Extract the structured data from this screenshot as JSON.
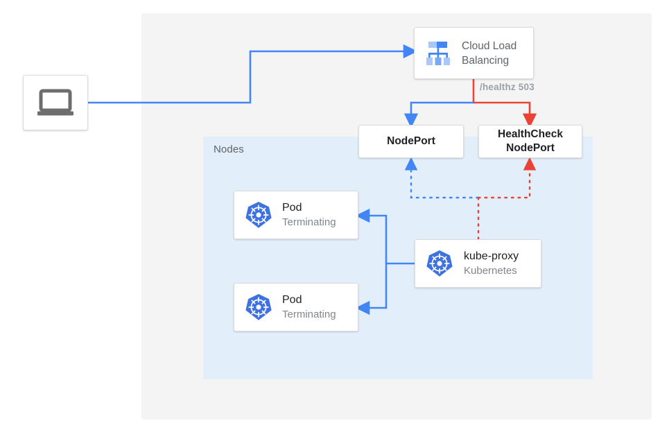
{
  "diagram": {
    "title": "Kubernetes NodePort health check with terminating pods",
    "colors": {
      "blue": "#4285f4",
      "red": "#ea4335",
      "panel_gray": "#f4f4f5",
      "panel_blue": "#e2effb",
      "text_dark": "#202124",
      "text_muted": "#5f6368",
      "text_sub": "#80868b",
      "label_gray": "#9aa0a6",
      "card_border": "#dadce0"
    }
  },
  "panels": {
    "outer": {
      "name": "cloud-region-panel"
    },
    "nodes": {
      "label": "Nodes"
    }
  },
  "client": {
    "icon": "laptop-icon",
    "label": ""
  },
  "load_balancer": {
    "icon": "cloud-load-balancing-icon",
    "line1": "Cloud Load",
    "line2": "Balancing"
  },
  "services": [
    {
      "name": "nodeport",
      "label": "NodePort",
      "lines": [
        "NodePort"
      ]
    },
    {
      "name": "healthcheck-nodeport",
      "label": "HealthCheck NodePort",
      "lines": [
        "HealthCheck",
        "NodePort"
      ]
    }
  ],
  "pods": [
    {
      "icon": "kubernetes-icon",
      "title": "Pod",
      "status": "Terminating"
    },
    {
      "icon": "kubernetes-icon",
      "title": "Pod",
      "status": "Terminating"
    }
  ],
  "kube_proxy": {
    "icon": "kubernetes-icon",
    "title": "kube-proxy",
    "subtitle": "Kubernetes"
  },
  "annotations": {
    "healthz": "/healthz 503"
  }
}
